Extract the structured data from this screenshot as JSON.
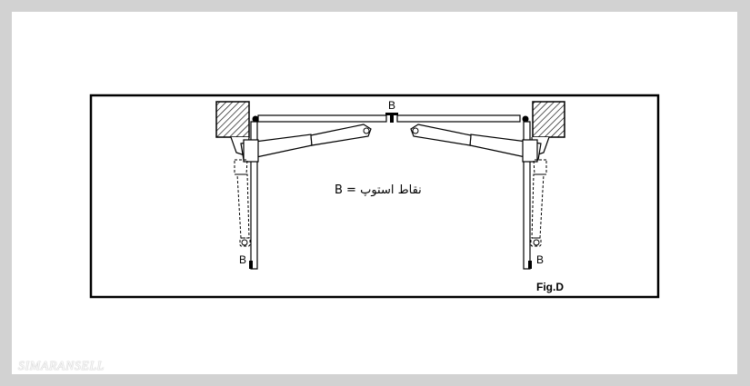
{
  "diagram": {
    "label_top_stop": "B",
    "label_left_stop": "B",
    "label_right_stop": "B",
    "legend_text": "B = نقاط استوپ",
    "figure_label": "Fig.D"
  },
  "watermark": "SIMARANSELL",
  "colors": {
    "background": "#d2d2d2",
    "card": "#ffffff",
    "line": "#000000"
  }
}
